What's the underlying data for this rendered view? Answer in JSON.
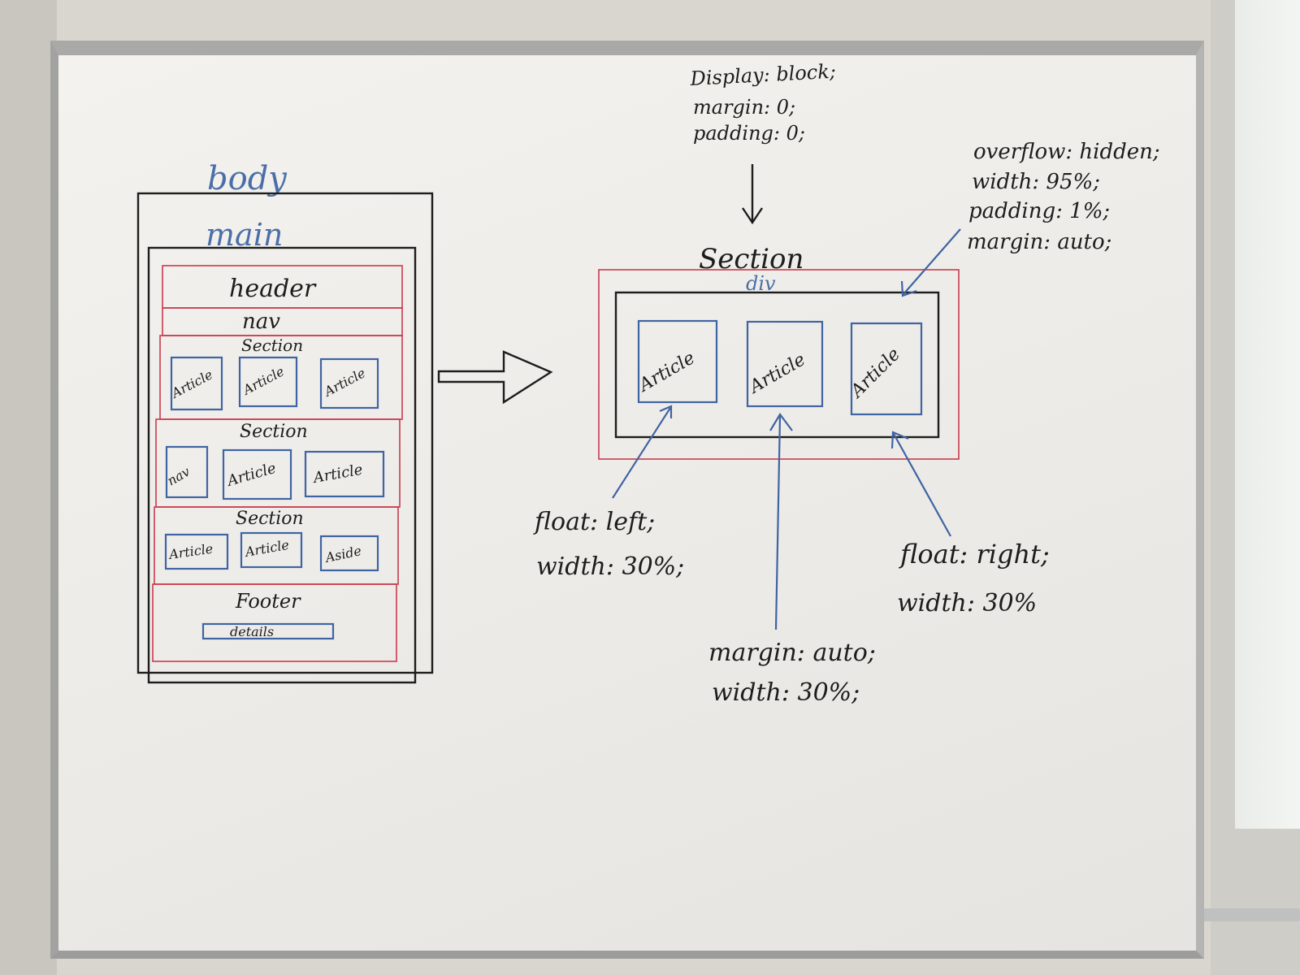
{
  "left_wireframe": {
    "body_label": "body",
    "main_label": "main",
    "header_label": "header",
    "nav_label": "nav",
    "section1": {
      "label": "Section",
      "articles": [
        "Article",
        "Article",
        "Article"
      ]
    },
    "section2": {
      "label": "Section",
      "items": [
        "nav",
        "Article",
        "Article"
      ]
    },
    "section3": {
      "label": "Section",
      "items": [
        "Article",
        "Article",
        "Aside"
      ]
    },
    "footer_label": "Footer",
    "details_label": "details"
  },
  "right_diagram": {
    "display_note": [
      "Display: block;",
      "margin: 0;",
      "padding: 0;"
    ],
    "section_label": "Section",
    "div_label": "div",
    "div_note": [
      "overflow: hidden;",
      "width: 95%;",
      "padding: 1%;",
      "margin: auto;"
    ],
    "articles": [
      "Article",
      "Article",
      "Article"
    ],
    "left_note": [
      "float: left;",
      "width: 30%;"
    ],
    "center_note": [
      "margin: auto;",
      "width: 30%;"
    ],
    "right_note": [
      "float: right;",
      "width: 30%"
    ]
  },
  "colors": {
    "ink": "#1d1d1d",
    "blue": "#3f64a3",
    "red": "#c93b4e"
  }
}
